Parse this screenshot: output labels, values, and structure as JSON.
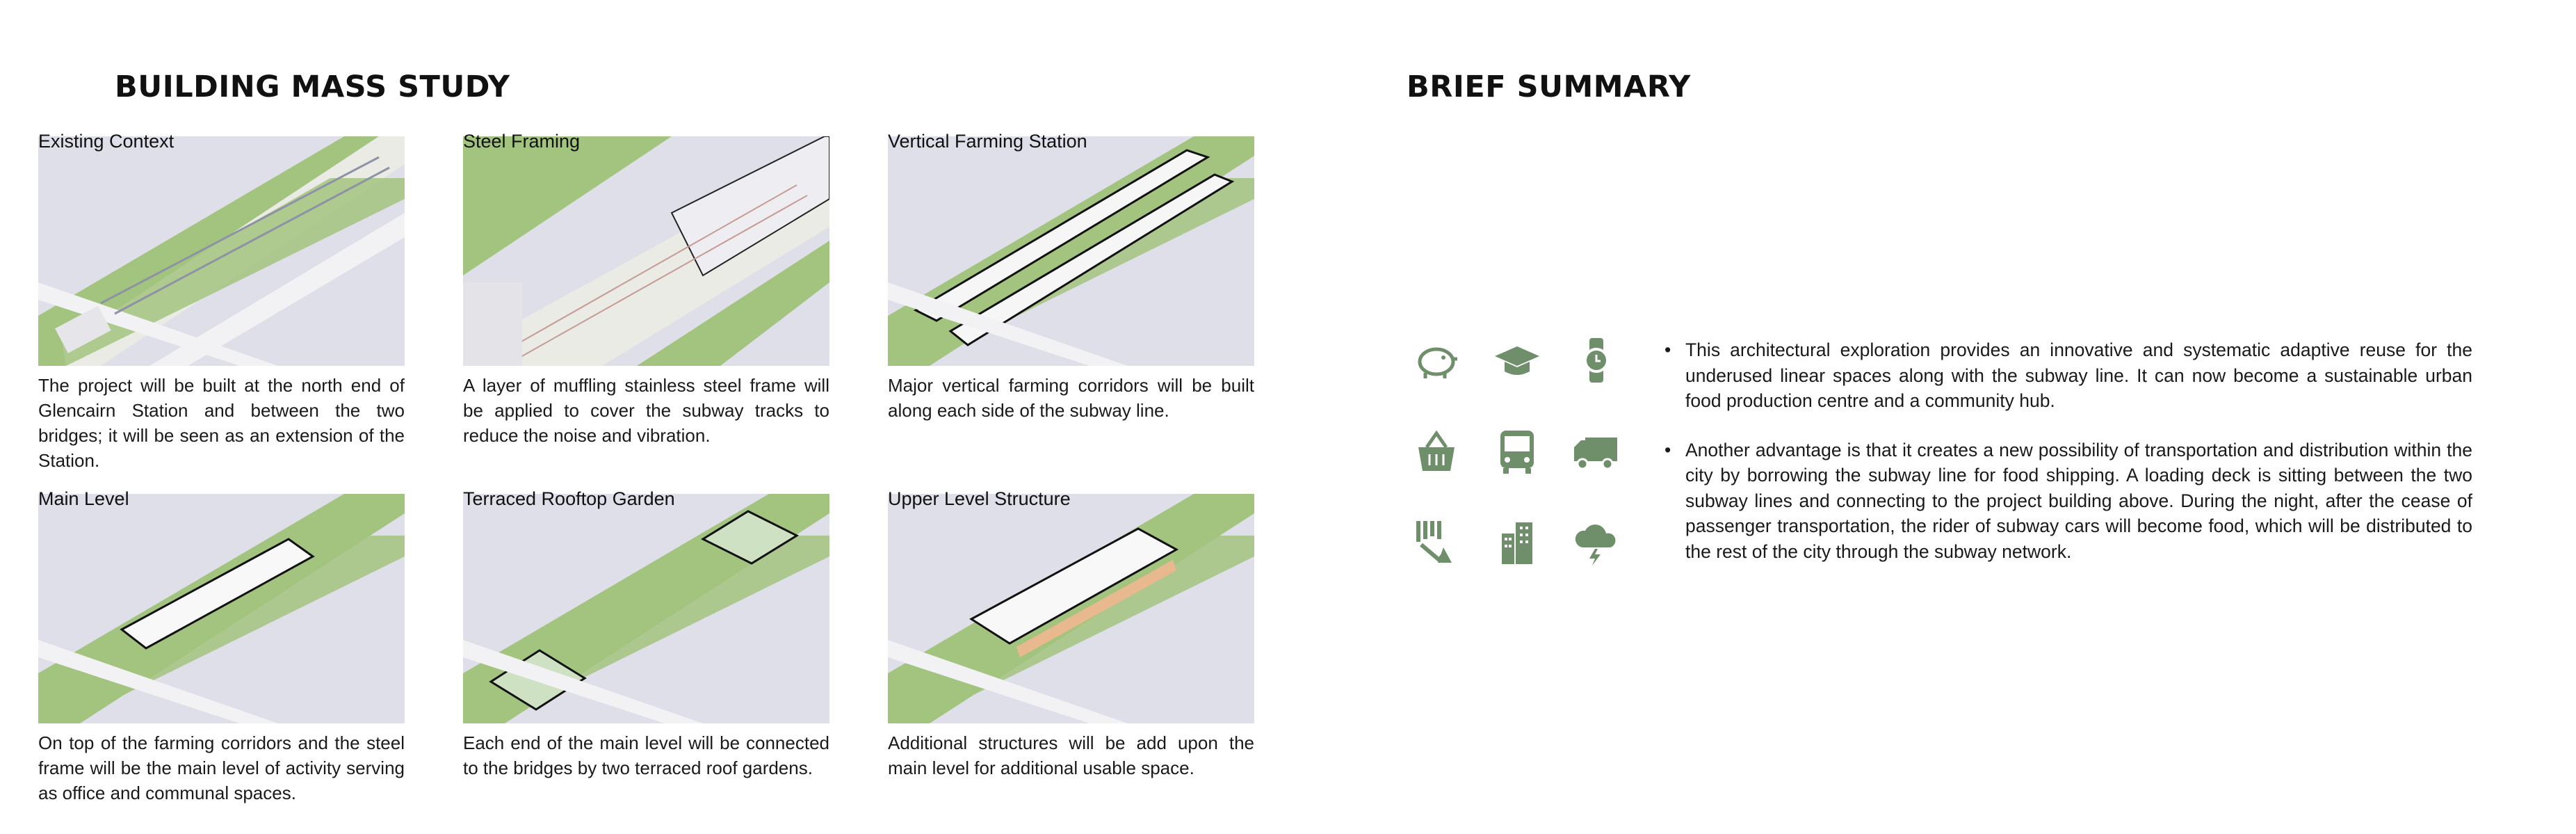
{
  "left": {
    "title": "BUILDING MASS STUDY",
    "panels": [
      {
        "title": "Existing Context",
        "caption": "The project will be built at the north end of Glencairn Station and between the two bridges; it will be seen as an extension of the Station."
      },
      {
        "title": "Steel Framing",
        "caption": "A layer of muffling stainless steel frame will be applied to cover the subway tracks to reduce the noise and vibration."
      },
      {
        "title": "Vertical Farming Station",
        "caption": "Major vertical farming corridors will be built along each side of the subway line."
      },
      {
        "title": "Main Level",
        "caption": "On top of the farming corridors and the steel frame will be the main level of activity serving as office and communal spaces."
      },
      {
        "title": "Terraced Rooftop Garden",
        "caption": "Each end of the main level will be connected to the bridges by two terraced roof gardens."
      },
      {
        "title": "Upper Level Structure",
        "caption": "Additional structures will be add upon the main level for additional usable space."
      }
    ]
  },
  "right": {
    "title": "BRIEF SUMMARY",
    "icons": [
      "piggy-bank-icon",
      "graduation-cap-icon",
      "watch-icon",
      "shopping-basket-icon",
      "bus-icon",
      "delivery-truck-icon",
      "falling-chart-icon",
      "city-buildings-icon",
      "storm-cloud-icon"
    ],
    "icon_color": "#6f8f6b",
    "bullets": [
      "This architectural exploration provides an innovative and systematic adaptive reuse for the underused linear spaces along with the subway line. It can now become a sustainable urban food production centre and a community hub.",
      "Another advantage is that it creates a new possibility of transportation and distribution within the city by borrowing the subway line for food shipping. A loading deck is sitting between the two subway lines and connecting to the project building above. During the night, after the cease of passenger transportation, the rider of subway cars will become food, which will be distributed to the rest of the city through the subway network."
    ]
  },
  "colors": {
    "grass": "#a3c47f",
    "ground": "#dedfe8",
    "road": "#f2f2f4",
    "accent": "#e8b88e"
  }
}
